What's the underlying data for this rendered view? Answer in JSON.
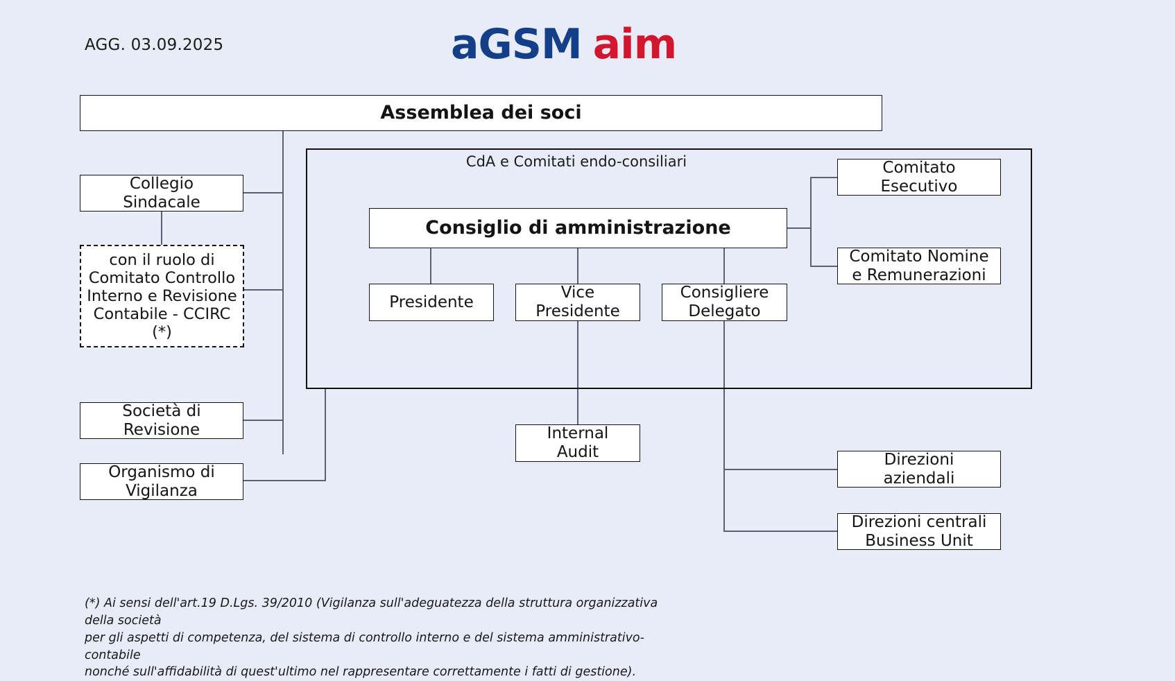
{
  "header": {
    "date_label": "AGG. 03.09.2025",
    "logo": {
      "part1": "aGSM",
      "part2": "aim",
      "part1_color": "#123f87",
      "part2_color": "#d21630"
    }
  },
  "chart_title": "Assemblea dei soci",
  "nodes": {
    "assemblea": "Assemblea dei soci",
    "collegio_sindacale": "Collegio\nSindacale",
    "ccirc": "con il ruolo di\nComitato Controllo\nInterno e Revisione\nContabile - CCIRC (*)",
    "societa_revisione": "Società di\nRevisione",
    "organismo_vigilanza": "Organismo di\nVigilanza",
    "consiglio_amministrazione": "Consiglio di amministrazione",
    "presidente": "Presidente",
    "vice_presidente": "Vice\nPresidente",
    "consigliere_delegato": "Consigliere\nDelegato",
    "comitato_esecutivo": "Comitato\nEsecutivo",
    "comitato_nomine": "Comitato Nomine\ne Remunerazioni",
    "internal_audit": "Internal\nAudit",
    "direzioni_aziendali": "Direzioni\naziendali",
    "direzioni_centrali": "Direzioni centrali\nBusiness Unit"
  },
  "panel": {
    "title": "CdA e Comitati endo-consiliari"
  },
  "footnote": "(*) Ai sensi dell'art.19 D.Lgs. 39/2010 (Vigilanza sull'adeguatezza della struttura organizzativa della società\nper gli aspetti di competenza, del sistema di controllo interno e del sistema amministrativo-contabile\nnonché sull'affidabilità di quest'ultimo nel rappresentare correttamente i fatti di gestione).",
  "colors": {
    "background": "#e8ecf6",
    "box_border": "#121212",
    "box_fill": "#ffffff",
    "connector": "#5a6072",
    "logo_blue": "#123f87",
    "logo_red": "#d21630"
  }
}
